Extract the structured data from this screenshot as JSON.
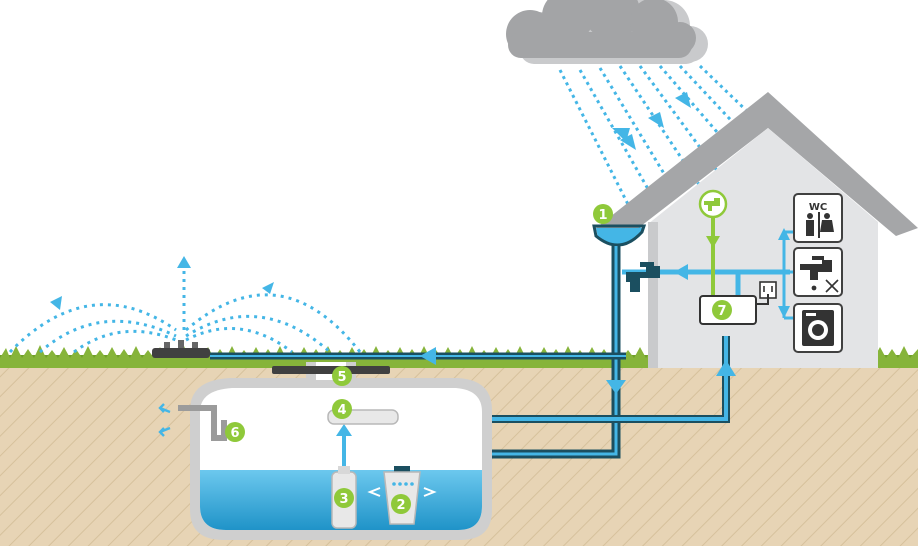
{
  "labels": {
    "gutter": "1",
    "filter": "2",
    "pump": "3",
    "floating_intake": "4",
    "manhole_cover": "5",
    "overflow": "6",
    "control_unit": "7"
  },
  "house_panel": {
    "wc_label": "WC",
    "icons": [
      "wc-icon",
      "tap-icon",
      "washing-machine-icon",
      "plug-icon",
      "mains-water-tap-icon"
    ]
  },
  "colors": {
    "water": "#44b6e6",
    "dark_pipe": "#1b4f60",
    "label_green": "#8fc93a",
    "house_gray": "#a5a6a8",
    "soil": "#e6d3b4",
    "grass": "#6a9a2a",
    "cloud": "#a3a4a6",
    "tank_wall": "#cfcfcf"
  }
}
